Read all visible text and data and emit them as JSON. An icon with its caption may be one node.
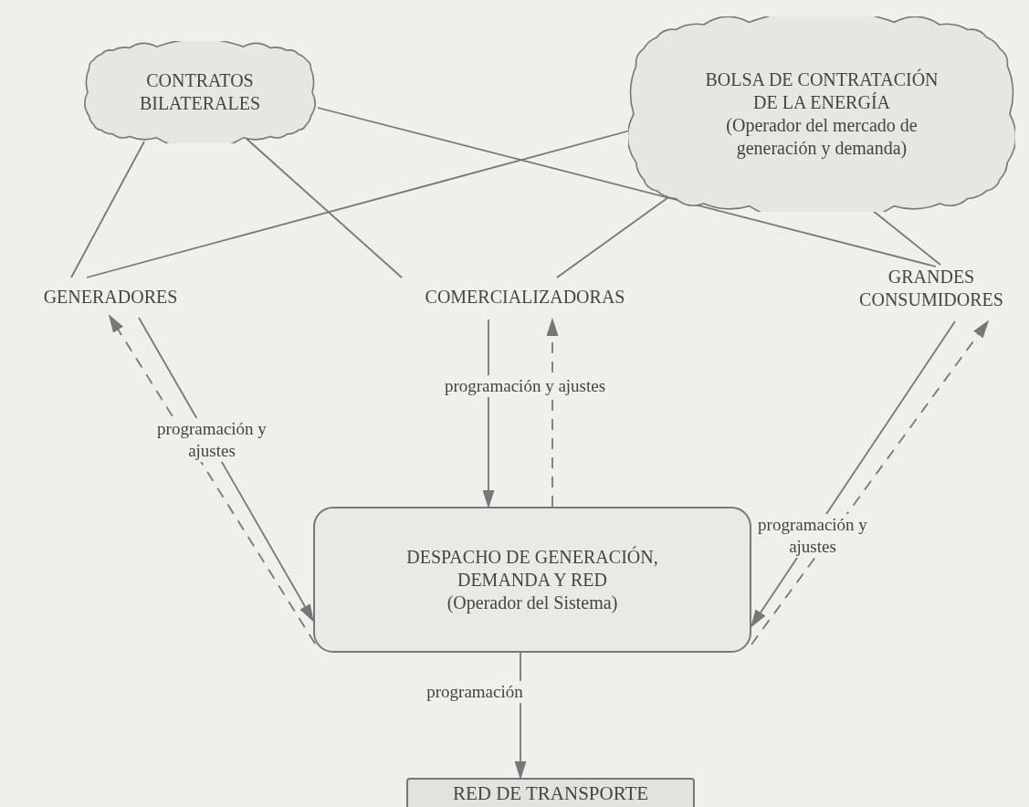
{
  "diagram": {
    "nodes": [
      {
        "text": [
          "CONTRATOS BILATERALES"
        ]
      },
      {
        "text": [
          "BOLSA DE CONTRATACIÓN DE LA ENERGÍA",
          "(Operador del mercado de generación y demanda)"
        ]
      },
      {
        "text": [
          "GENERADORES"
        ]
      },
      {
        "text": [
          "COMERCIALIZADORAS"
        ]
      },
      {
        "text": [
          "GRANDES CONSUMIDORES"
        ]
      },
      {
        "text": [
          "DESPACHO DE GENERACIÓN, DEMANDA Y RED",
          "(Operador del Sistema)"
        ]
      },
      {
        "text": [
          "RED DE TRANSPORTE"
        ]
      }
    ],
    "edges": [
      {
        "from": 0,
        "to": 2,
        "arrow": "none"
      },
      {
        "from": 0,
        "to": 3,
        "arrow": "none"
      },
      {
        "from": 0,
        "to": 4,
        "arrow": "none"
      },
      {
        "from": 1,
        "to": 2,
        "arrow": "none"
      },
      {
        "from": 1,
        "to": 3,
        "arrow": "none"
      },
      {
        "from": 1,
        "to": 4,
        "arrow": "none"
      },
      {
        "from": 2,
        "to": 5,
        "arrow": "to",
        "label": "programación y ajustes"
      },
      {
        "from": 5,
        "to": 2,
        "arrow": "to",
        "style": "dashed"
      },
      {
        "from": 3,
        "to": 5,
        "arrow": "to",
        "label": "programación y ajustes"
      },
      {
        "from": 5,
        "to": 3,
        "arrow": "to",
        "style": "dashed"
      },
      {
        "from": 4,
        "to": 5,
        "arrow": "to",
        "label": "programación y ajustes"
      },
      {
        "from": 5,
        "to": 4,
        "arrow": "to",
        "style": "dashed"
      },
      {
        "from": 5,
        "to": 6,
        "arrow": "to",
        "label": "programación"
      }
    ]
  }
}
